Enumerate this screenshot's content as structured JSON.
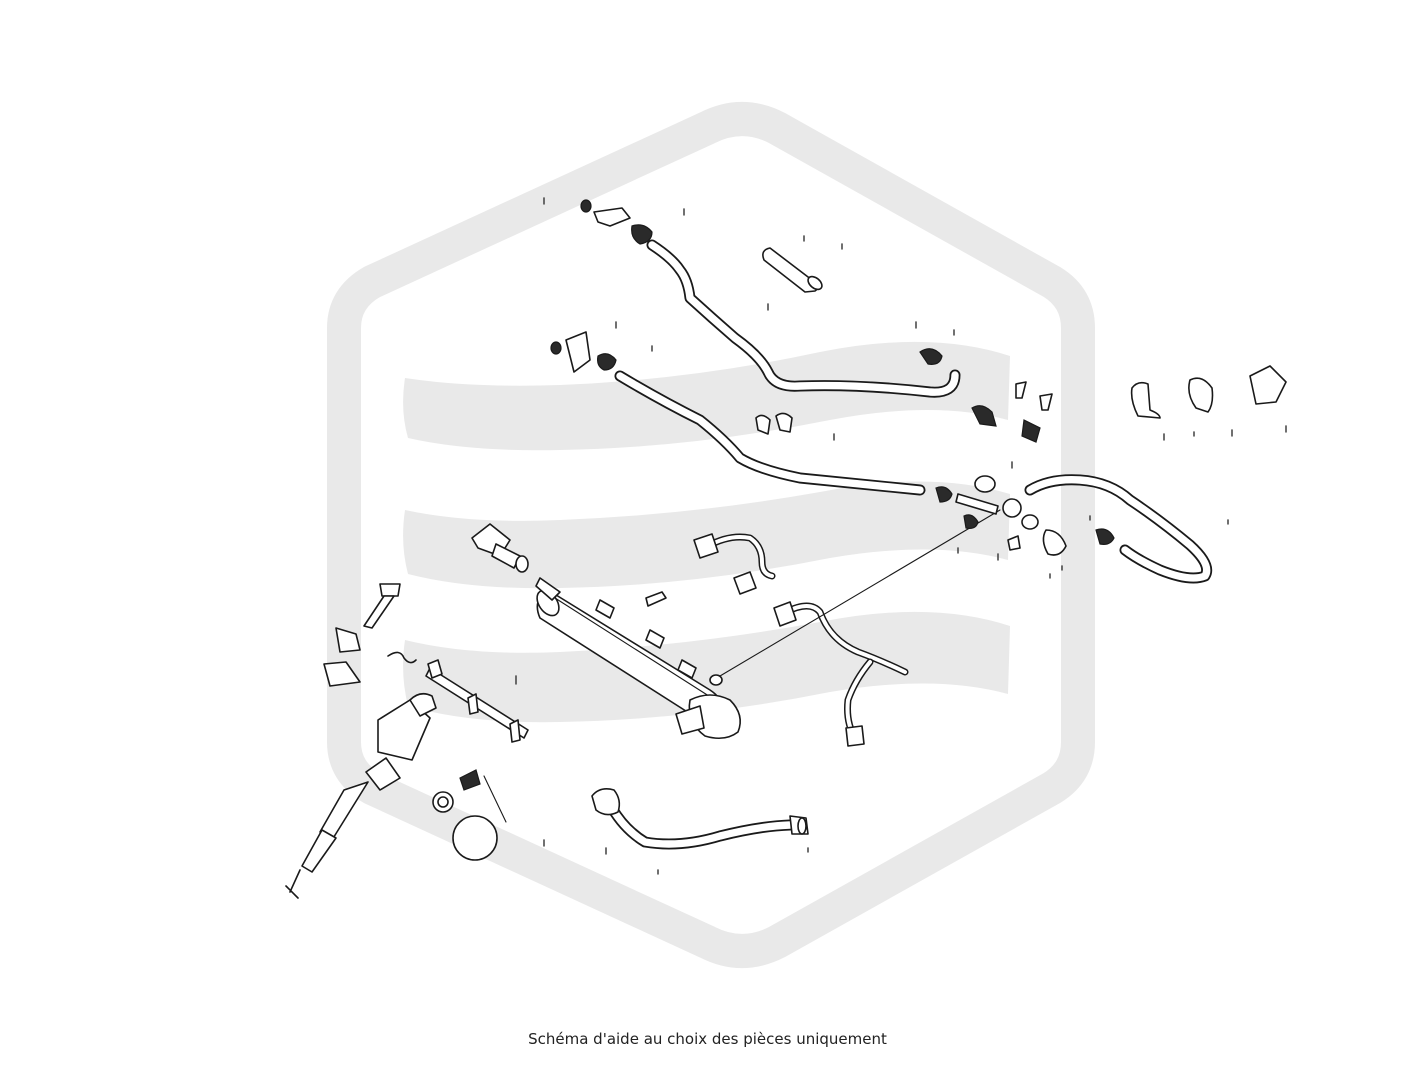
{
  "caption": "Schéma d'aide au choix des pièces uniquement",
  "colors": {
    "watermark": "#e9e9e9",
    "line": "#1a1a1a",
    "background": "#ffffff"
  },
  "icons": {
    "watermark": "hexagon-logo-watermark",
    "injector": "fuel-injector",
    "rail": "common-rail",
    "sensor": "pressure-sensor"
  }
}
